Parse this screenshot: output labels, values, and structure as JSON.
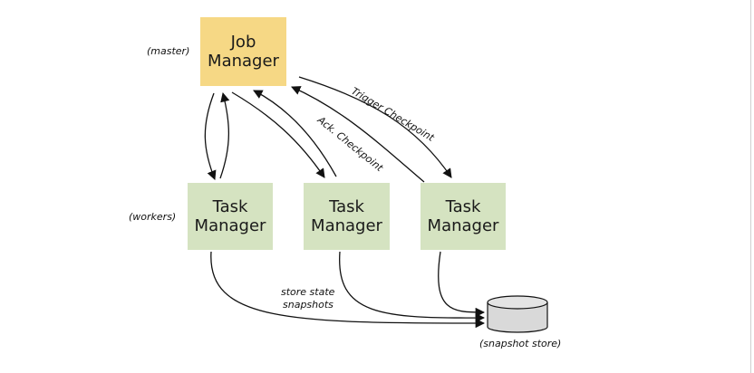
{
  "job_manager": {
    "line1": "Job",
    "line2": "Manager",
    "role": "(master)"
  },
  "workers_role": "(workers)",
  "task_managers": [
    {
      "line1": "Task",
      "line2": "Manager"
    },
    {
      "line1": "Task",
      "line2": "Manager"
    },
    {
      "line1": "Task",
      "line2": "Manager"
    }
  ],
  "edges": {
    "trigger": "Trigger Checkpoint",
    "ack": "Ack. Checkpoint",
    "store_line1": "store state",
    "store_line2": "snapshots"
  },
  "store": {
    "label": "(snapshot store)"
  },
  "colors": {
    "job_manager": "#f6d885",
    "task_manager": "#d5e3c1",
    "store": "#d9d9d9",
    "stroke": "#111111"
  }
}
